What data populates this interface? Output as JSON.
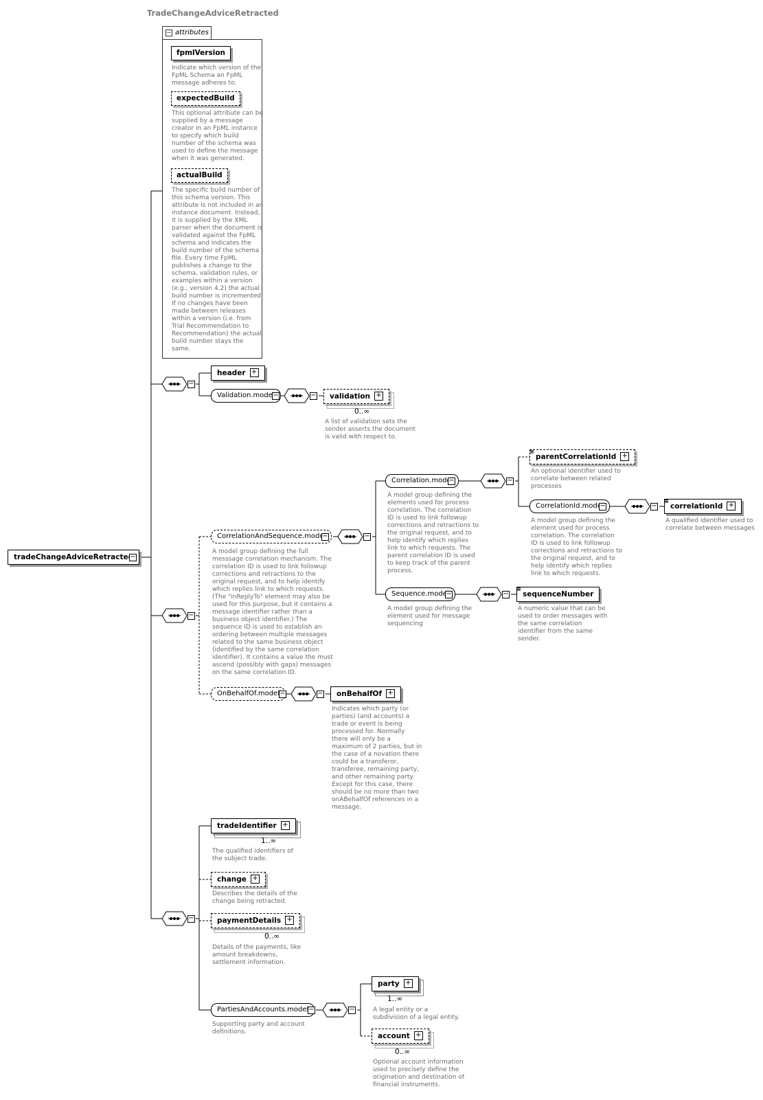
{
  "type_name": "TradeChangeAdviceRetracted",
  "root_element": "tradeChangeAdviceRetracted",
  "attributes": {
    "tab_label": "attributes",
    "items": [
      {
        "name": "fpmlVersion",
        "doc": "Indicate which version of the\nFpML Schema an FpML\nmessage adheres to."
      },
      {
        "name": "expectedBuild",
        "doc": "This optional attribute can be\nsupplied by a message\ncreator in an FpML instance\nto specify which build\nnumber of the schema was\nused to define the message\nwhen it was generated."
      },
      {
        "name": "actualBuild",
        "doc": "The specific build number of\nthis schema version. This\nattribute is not included in an\ninstance document. Instead,\nit is supplied by the XML\nparser when the document is\nvalidated against the FpML\nschema and indicates the\nbuild number of the schema\nfile. Every time FpML\npublishes a change to the\nschema, validation rules, or\nexamples within a version\n(e.g., version 4.2) the actual\nbuild number is incremented.\nIf no changes have been\nmade between releases\nwithin a version (i.e. from\nTrial Recommendation to\nRecommendation) the actual\nbuild number stays the\nsame."
      }
    ]
  },
  "header": {
    "name": "header"
  },
  "validation_model": {
    "name": "Validation.model"
  },
  "validation": {
    "name": "validation",
    "card": "0..∞",
    "doc": "A list of validation sets the\nsender asserts the document\nis valid with respect to."
  },
  "corr_seq_model": {
    "name": "CorrelationAndSequence.model",
    "doc": "A model group defining the full\nmesssage correlation mechanism. The\ncorrelation ID is used to link followup\ncorrections and retractions to the\noriginal request, and to help identify\nwhich replies link to which requests.\n(The \"inReplyTo\" element may also be\nused for this purpose, but it contains a\nmessage identifier rather than a\nbusiness object identifier.) The\nsequence ID is used to establish an\nordering between multiple messages\nrelated to the same business object\n(identified by the same correlation\nidentifier). It contains a value the must\nascend (possibly with gaps) messages\non the same correlation ID."
  },
  "correlation_model": {
    "name": "Correlation.model",
    "doc": "A model group defining the\nelements used for process\ncorrelation. The correlation\nID is used to link followup\ncorrections and retractions to\nthe original request, and to\nhelp identify which replies\nlink to which requests. The\nparent correlation ID is used\nto keep track of the parent\nprocess."
  },
  "parent_correlation_id": {
    "name": "parentCorrelationId",
    "doc": "An optional identifier used to\ncorrelate between related\nprocesses"
  },
  "correlation_id_model": {
    "name": "CorrelationId.model",
    "doc": "A model group defining the\nelement used for process\ncorrelation. The correlation\nID is used to link followup\ncorrections and retractions to\nthe original request, and to\nhelp identify which replies\nlink to which requests."
  },
  "correlation_id": {
    "name": "correlationId",
    "doc": "A qualified identifier used to\ncorrelate between messages"
  },
  "sequence_model": {
    "name": "Sequence.model",
    "doc": "A model group defining the\nelement used for message\nsequencing"
  },
  "sequence_number": {
    "name": "sequenceNumber",
    "doc": "A numeric value that can be\nused to order messages with\nthe same correlation\nidentifier from the same\nsender."
  },
  "on_behalf_of_model": {
    "name": "OnBehalfOf.model"
  },
  "on_behalf_of": {
    "name": "onBehalfOf",
    "doc": "Indicates which party (or\nparties) (and accounts) a\ntrade or event is being\nprocessed for. Normally\nthere will only be a\nmaximum of 2 parties, but in\nthe case of a novation there\ncould be a transferor,\ntransferee, remaining party,\nand other remaining party.\nExcept for this case, there\nshould be no more than two\nonABehalfOf references in a\nmessage."
  },
  "trade_identifier": {
    "name": "tradeIdentifier",
    "card": "1..∞",
    "doc": "The qualified identifiers of\nthe subject trade."
  },
  "change": {
    "name": "change",
    "doc": "Describes the details of the\nchange being retracted."
  },
  "payment_details": {
    "name": "paymentDetails",
    "card": "0..∞",
    "doc": "Details of the payments, like\namount breakdowns,\nsettlement information."
  },
  "parties_model": {
    "name": "PartiesAndAccounts.model",
    "doc": "Supporting party and account\ndefinitions."
  },
  "party": {
    "name": "party",
    "card": "1..∞",
    "doc": "A legal entity or a\nsubdivision of a legal entity."
  },
  "account": {
    "name": "account",
    "card": "0..∞",
    "doc": "Optional account information\nused to precisely define the\norigination and destination of\nfinancial instruments."
  },
  "colors": {
    "background": "#ffffdd",
    "border": "#8a8a8a",
    "doc_text": "#6a6a6a"
  }
}
